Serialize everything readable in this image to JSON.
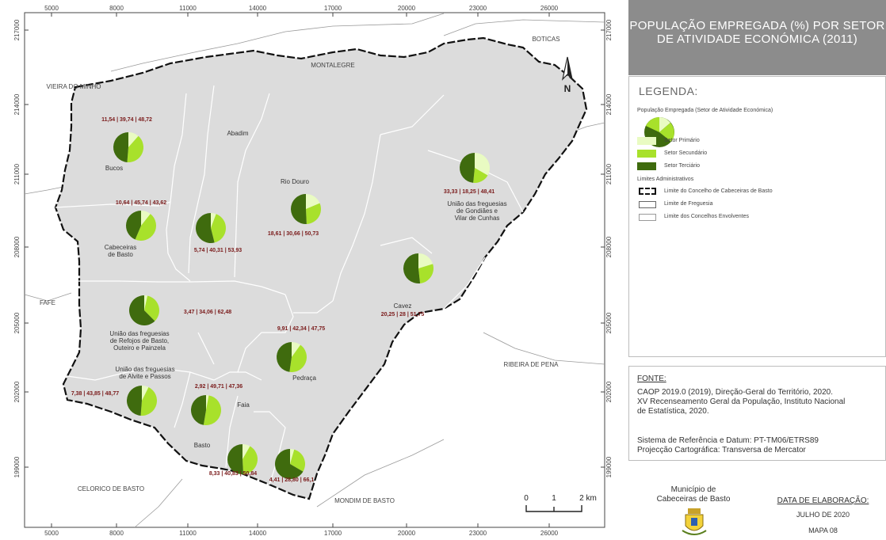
{
  "map": {
    "x_ticks": [
      "5000",
      "8000",
      "11000",
      "14000",
      "17000",
      "20000",
      "23000",
      "26000"
    ],
    "y_ticks": [
      "217000",
      "214000",
      "211000",
      "208000",
      "205000",
      "202000",
      "199000"
    ],
    "north_letter": "N",
    "scale": {
      "zero": "0",
      "one": "1",
      "two": "2 km"
    },
    "neighbours": [
      {
        "name": "VIEIRA DO MINHO"
      },
      {
        "name": "MONTALEGRE"
      },
      {
        "name": "BOTICAS"
      },
      {
        "name": "FAFE"
      },
      {
        "name": "RIBEIRA DE PENA"
      },
      {
        "name": "CELORICO DE BASTO"
      },
      {
        "name": "MONDIM DE BASTO"
      }
    ],
    "parishes": [
      {
        "lines": [
          "Bucos"
        ],
        "stats": "11,54 | 39,74 | 48,72",
        "p": 11.54,
        "s": 39.74,
        "t": 48.72
      },
      {
        "lines": [
          "Abadim"
        ],
        "stats": "5,74 | 40,31 | 53,93",
        "p": 5.74,
        "s": 40.31,
        "t": 53.93
      },
      {
        "lines": [
          "Rio Douro"
        ],
        "stats": "18,61 | 30,66 | 50,73",
        "p": 18.61,
        "s": 30.66,
        "t": 50.73
      },
      {
        "lines": [
          "União das freguesias",
          "de Gondiães e",
          "Vilar de Cunhas"
        ],
        "stats": "33,33 | 18,25 | 48,41",
        "p": 33.33,
        "s": 18.25,
        "t": 48.41
      },
      {
        "lines": [
          "Cabeceiras",
          "de Basto"
        ],
        "stats": "10,64 | 45,74 | 43,62",
        "p": 10.64,
        "s": 45.74,
        "t": 43.62
      },
      {
        "lines": [
          "Cavez"
        ],
        "stats": "20,25 | 28 | 51,75",
        "p": 20.25,
        "s": 28,
        "t": 51.75
      },
      {
        "lines": [
          "União das freguesias",
          "de Refojos de Basto,",
          "Outeiro e Painzela"
        ],
        "stats": "3,47 | 34,06 | 62,48",
        "p": 3.47,
        "s": 34.06,
        "t": 62.48
      },
      {
        "lines": [
          "Pedraça"
        ],
        "stats": "9,91 | 42,34 | 47,75",
        "p": 9.91,
        "s": 42.34,
        "t": 47.75
      },
      {
        "lines": [
          "União das freguesias",
          "de Alvite e Passos"
        ],
        "stats": "7,38 | 43,85 | 48,77",
        "p": 7.38,
        "s": 43.85,
        "t": 48.77
      },
      {
        "lines": [
          "Basto"
        ],
        "stats": "2,92 | 49,71 | 47,36",
        "p": 2.92,
        "s": 49.71,
        "t": 47.36
      },
      {
        "lines": [
          "Faia"
        ],
        "stats": "8,33 | 40,83 | 50,84",
        "p": 8.33,
        "s": 40.83,
        "t": 50.84
      },
      {
        "lines": [],
        "stats": "4,41 | 28,80 | 66,1",
        "p": 4.41,
        "s": 28.8,
        "t": 66.1
      }
    ]
  },
  "panel": {
    "title_line1": "POPULAÇÃO EMPREGADA (%) POR SETOR",
    "title_line2": "DE ATIVIDADE ECONÓMICA (2011)",
    "legend_title": "LEGENDA:",
    "legend_subtitle": "População Empregada (Setor de Atividade Económica)",
    "sectors": [
      {
        "label": "Setor Primário",
        "color": "#e9fbc2"
      },
      {
        "label": "Setor Secundário",
        "color": "#a8e12b"
      },
      {
        "label": "Setor Terciário",
        "color": "#3f6b0e"
      }
    ],
    "admin_title": "Limites Administrativos",
    "boundaries": [
      {
        "label": "Limite do Concelho de Cabeceiras de Basto"
      },
      {
        "label": "Limite de Freguesia"
      },
      {
        "label": "Limite dos Concelhos Envolventes"
      }
    ],
    "fonte_label": "FONTE:",
    "fonte_lines": [
      "CAOP 2019.0 (2019), Direção-Geral do Território, 2020.",
      "XV Recenseamento Geral da População, Instituto Nacional",
      "de Estatística, 2020."
    ],
    "srs_lines": [
      "Sistema de Referência e Datum: PT-TM06/ETRS89",
      "Projecção Cartográfica: Transversa de Mercator"
    ],
    "municipio_lines": [
      "Município de",
      "Cabeceiras de Basto"
    ],
    "data_label": "DATA DE ELABORAÇÃO:",
    "data_value": "JULHO DE 2020",
    "mapa_label": "MAPA 08"
  }
}
